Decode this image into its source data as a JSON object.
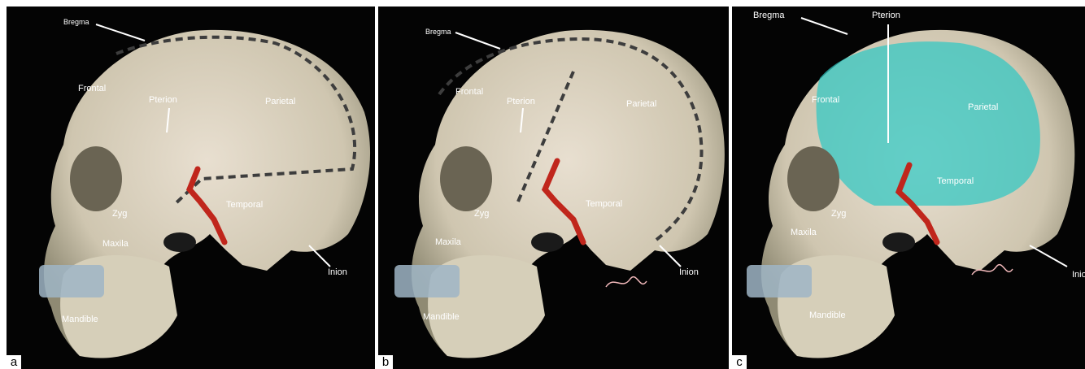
{
  "panels": [
    {
      "letter": "a",
      "labels": {
        "bregma": "Bregma",
        "pterion": "Pterion",
        "frontal": "Frontal",
        "parietal": "Parietal",
        "temporal": "Temporal",
        "zyg": "Zyg",
        "maxila": "Maxila",
        "mandible": "Mandible",
        "inion": "Inion"
      }
    },
    {
      "letter": "b",
      "labels": {
        "bregma": "Bregma",
        "pterion": "Pterion",
        "frontal": "Frontal",
        "parietal": "Parietal",
        "temporal": "Temporal",
        "zyg": "Zyg",
        "maxila": "Maxila",
        "mandible": "Mandible",
        "inion": "Inion"
      }
    },
    {
      "letter": "c",
      "labels": {
        "bregma": "Bregma",
        "pterion": "Pterion",
        "frontal": "Frontal",
        "parietal": "Parietal",
        "temporal": "Temporal",
        "zyg": "Zyg",
        "maxila": "Maxila",
        "mandible": "Mandible",
        "inion": "Inion"
      }
    }
  ],
  "colors": {
    "background": "#040404",
    "bone": "#d9d2bf",
    "dashed_line": "#3d3d3d",
    "artery": "#c0261c",
    "overlay": "#2fc8c4"
  }
}
